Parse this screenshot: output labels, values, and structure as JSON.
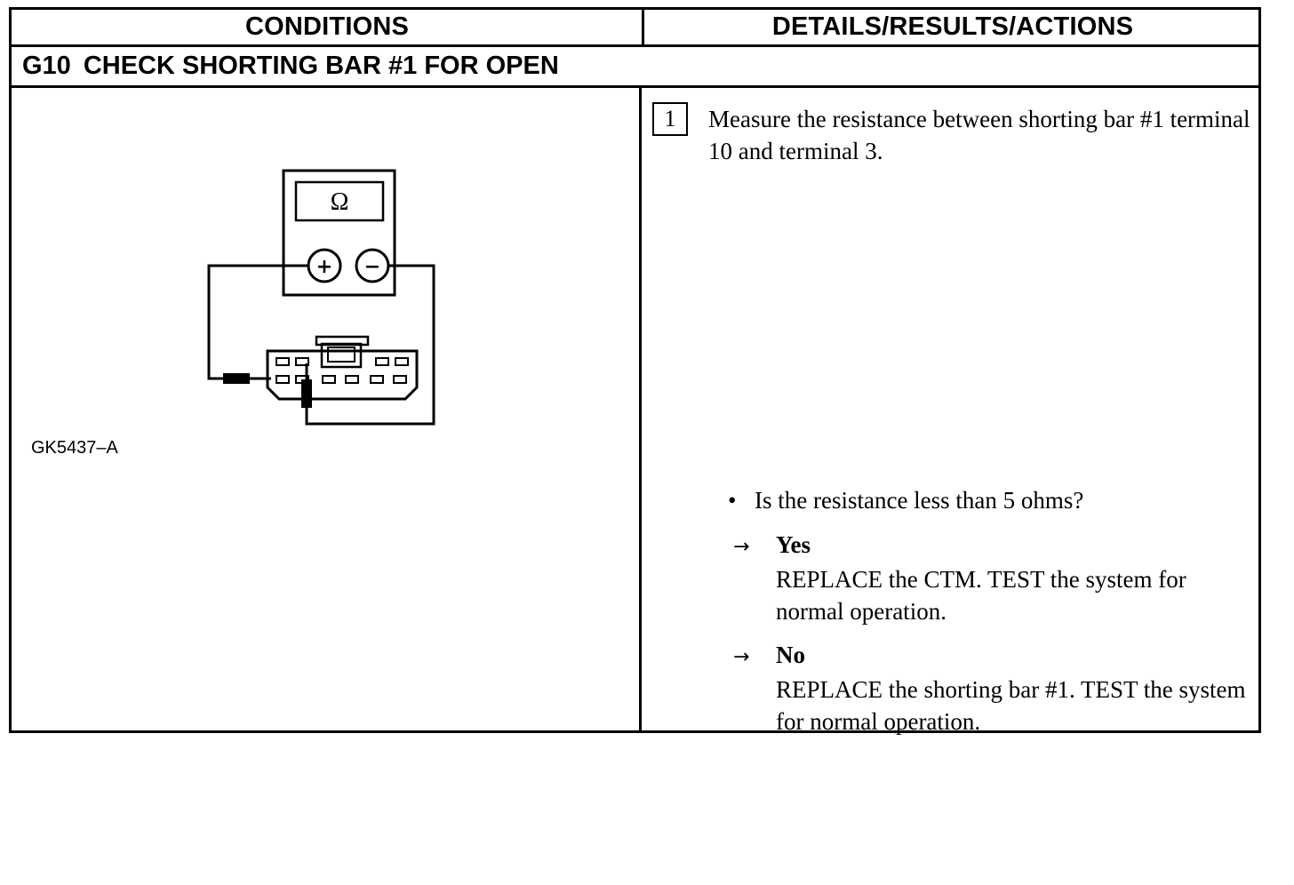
{
  "header": {
    "left": "CONDITIONS",
    "right": "DETAILS/RESULTS/ACTIONS"
  },
  "step": {
    "id": "G10",
    "title": "CHECK SHORTING BAR #1 FOR OPEN"
  },
  "conditions": {
    "meter_symbol": "Ω",
    "meter_plus": "+",
    "meter_minus": "−",
    "figure_id": "GK5437–A"
  },
  "details": {
    "step_number": "1",
    "instruction": "Measure the resistance between shorting bar #1 terminal 10 and terminal 3.",
    "question_bullet": "•",
    "question": "Is the resistance less than 5 ohms?",
    "answers": [
      {
        "arrow": "→",
        "label": "Yes",
        "text": "REPLACE the CTM. TEST the system for normal operation."
      },
      {
        "arrow": "→",
        "label": "No",
        "text": "REPLACE the shorting bar #1. TEST the system for normal operation."
      }
    ]
  }
}
